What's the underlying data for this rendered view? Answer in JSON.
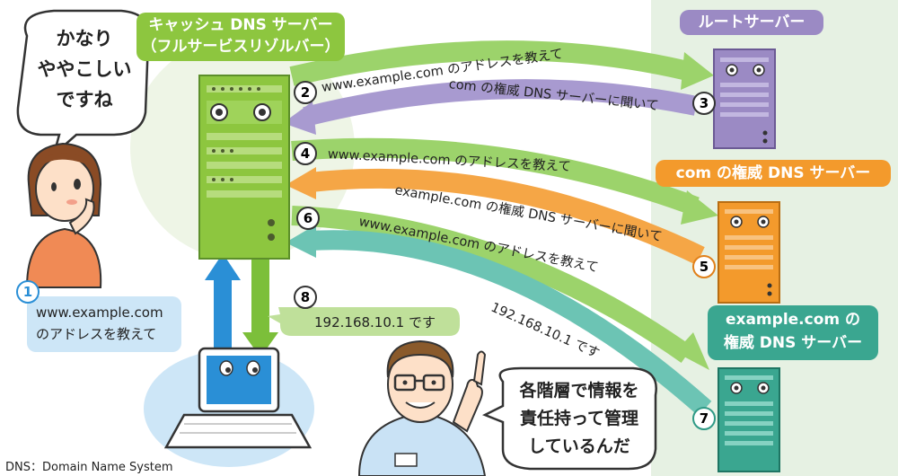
{
  "cache_server": {
    "title_line1": "キャッシュ DNS サーバー",
    "title_line2": "（フルサービスリゾルバー）"
  },
  "root_server": {
    "title": "ルートサーバー"
  },
  "com_server": {
    "title": "com の権威 DNS サーバー"
  },
  "example_server": {
    "title_line1": "example.com の",
    "title_line2": "権威 DNS サーバー"
  },
  "woman_bubble": {
    "line1": "かなり",
    "line2": "ややこしい",
    "line3": "ですね"
  },
  "man_bubble": {
    "line1": "各階層で情報を",
    "line2": "責任持って管理",
    "line3": "しているんだ"
  },
  "steps": {
    "s1": {
      "num": "1",
      "line1": "www.example.com",
      "line2": "のアドレスを教えて"
    },
    "s2": {
      "num": "2",
      "text": "www.example.com のアドレスを教えて"
    },
    "s3": {
      "num": "3",
      "text": "com の権威 DNS サーバーに聞いて"
    },
    "s4": {
      "num": "4",
      "text": "www.example.com のアドレスを教えて"
    },
    "s5": {
      "num": "5",
      "text": "example.com の権威 DNS サーバーに聞いて"
    },
    "s6": {
      "num": "6",
      "text": "www.example.com のアドレスを教えて"
    },
    "s7": {
      "num": "7",
      "text": "192.168.10.1 です"
    },
    "s8": {
      "num": "8",
      "text": "192.168.10.1 です"
    }
  },
  "footnote": "DNS：Domain Name System",
  "colors": {
    "green": "#8dc63f",
    "purple": "#9b8ac4",
    "orange": "#f39a2c",
    "teal": "#5fbfae",
    "blue": "#2a8fd6",
    "right_panel": "#e6f1e3"
  }
}
